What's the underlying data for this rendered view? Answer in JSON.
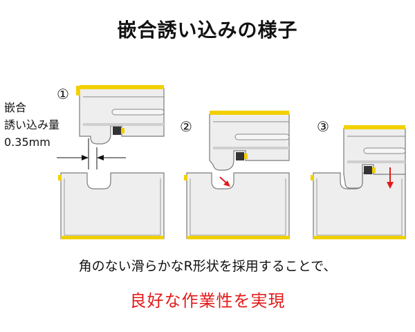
{
  "title": "嵌合誘い込みの様子",
  "callout": {
    "line1": "嵌合",
    "line2": "誘い込み量",
    "value": "0.35mm"
  },
  "steps": [
    {
      "label": "①"
    },
    {
      "label": "②"
    },
    {
      "label": "③"
    }
  ],
  "caption": "角のない滑らかなR形状を採用することで、",
  "highlight": "良好な作業性を実現",
  "colors": {
    "body_fill": "#eeeeee",
    "edge": "#7a7a7a",
    "plating": "#f2d000",
    "contact": "#333333",
    "arrow": "#e31b1b"
  }
}
